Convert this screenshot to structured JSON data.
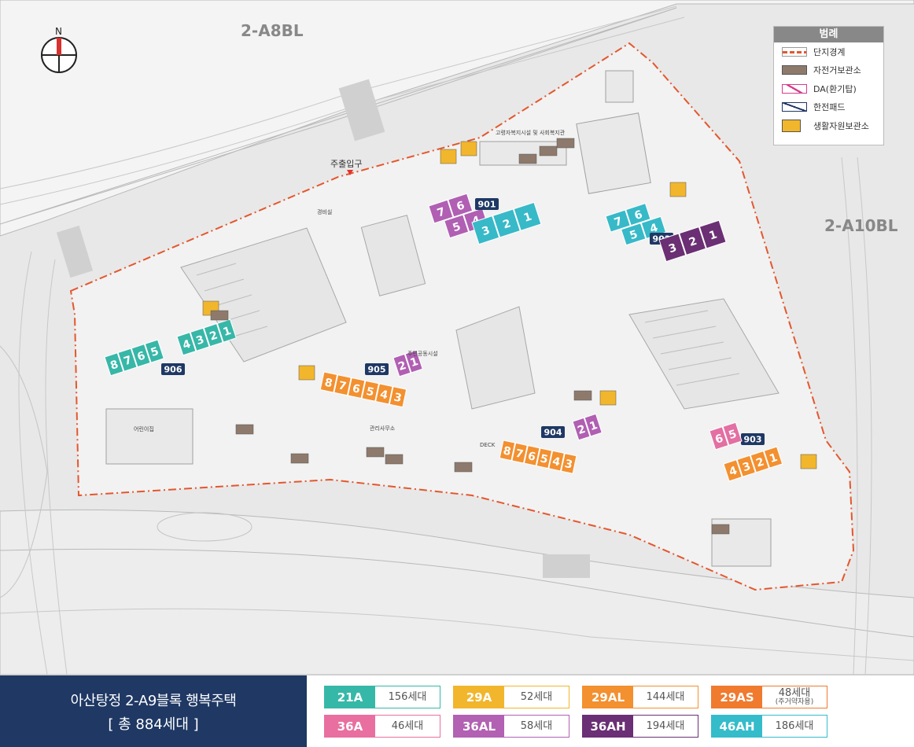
{
  "map": {
    "block_labels": {
      "a8bl": "2-A8BL",
      "a10bl": "2-A10BL"
    },
    "north": "N",
    "entrance": "주출입구",
    "buildings": [
      {
        "id": "901",
        "label": "901",
        "color": "#b05fb3",
        "units": [
          "7",
          "6",
          "5",
          "4"
        ]
      },
      {
        "id": "901b",
        "color": "#37b9c8",
        "units": [
          "3",
          "2",
          "1"
        ]
      },
      {
        "id": "902",
        "label": "902",
        "color": "#37b9c8",
        "units": [
          "7",
          "6",
          "5",
          "4"
        ]
      },
      {
        "id": "902b",
        "color": "#6b2f74",
        "units": [
          "3",
          "2",
          "1"
        ]
      },
      {
        "id": "906",
        "label": "906",
        "color": "#37b7a8",
        "units": [
          "8",
          "7",
          "6",
          "5"
        ]
      },
      {
        "id": "906b",
        "color": "#37b7a8",
        "units": [
          "4",
          "3",
          "2",
          "1"
        ]
      },
      {
        "id": "905",
        "label": "905",
        "color": "#f3902f",
        "units": [
          "8",
          "7",
          "6",
          "5",
          "4",
          "3"
        ]
      },
      {
        "id": "905b",
        "color": "#b05fb3",
        "units": [
          "2",
          "1"
        ]
      },
      {
        "id": "904",
        "label": "904",
        "color": "#f3902f",
        "units": [
          "8",
          "7",
          "6",
          "5",
          "4",
          "3"
        ]
      },
      {
        "id": "904b",
        "color": "#b05fb3",
        "units": [
          "2",
          "1"
        ]
      },
      {
        "id": "903",
        "label": "903",
        "color": "#f3902f",
        "units": [
          "4",
          "3",
          "2",
          "1"
        ]
      },
      {
        "id": "903b",
        "color": "#e36fa3",
        "units": [
          "6",
          "5"
        ]
      }
    ],
    "facility_labels": {
      "a": "고령자복지시설 및 사회복지관",
      "b": "어린이집",
      "c": "관리사무소",
      "d": "주민공동시설",
      "e": "경비실",
      "f": "DECK"
    }
  },
  "legend": {
    "title": "범례",
    "items": [
      {
        "icon": "boundary",
        "label": "단지경계"
      },
      {
        "icon": "bicycle",
        "label": "자전거보관소"
      },
      {
        "icon": "da",
        "label": "DA(환기탑)"
      },
      {
        "icon": "transformer",
        "label": "한전패드"
      },
      {
        "icon": "recycle",
        "label": "생활자원보관소"
      }
    ]
  },
  "footer": {
    "title": "아산탕정 2-A9블록 행복주택",
    "total": "[ 총 884세대 ]",
    "types": [
      {
        "code": "21A",
        "count": "156세대",
        "sub": "",
        "color": "#36b8a8"
      },
      {
        "code": "29A",
        "count": "52세대",
        "sub": "",
        "color": "#f2b62c"
      },
      {
        "code": "29AL",
        "count": "144세대",
        "sub": "",
        "color": "#f3902f"
      },
      {
        "code": "29AS",
        "count": "48세대",
        "sub": "(주거약자용)",
        "color": "#f07a2e"
      },
      {
        "code": "36A",
        "count": "46세대",
        "sub": "",
        "color": "#e96fa0"
      },
      {
        "code": "36AL",
        "count": "58세대",
        "sub": "",
        "color": "#b261b3"
      },
      {
        "code": "36AH",
        "count": "194세대",
        "sub": "",
        "color": "#6a2f74"
      },
      {
        "code": "46AH",
        "count": "186세대",
        "sub": "",
        "color": "#34bccb"
      }
    ]
  }
}
